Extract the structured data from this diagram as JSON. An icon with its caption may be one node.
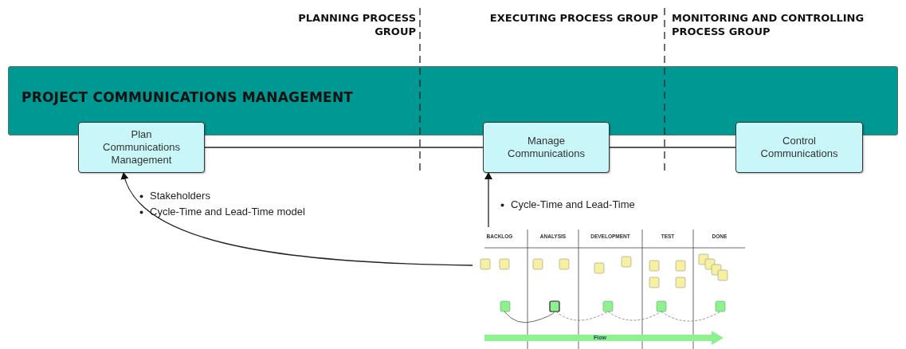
{
  "diagram": {
    "nodes": [
      {
        "text": [
          "PROJECT COMMUNICATIONS MANAGEMENT"
        ]
      },
      {
        "text": [
          "Plan Communications Management"
        ]
      },
      {
        "text": [
          "Manage Communications"
        ]
      },
      {
        "text": [
          "Control Communications"
        ]
      },
      {
        "text": [],
        "shape": "picture"
      }
    ],
    "edges": [
      {
        "from": 1,
        "to": 2,
        "arrow": "none"
      },
      {
        "from": 2,
        "to": 3,
        "arrow": "none"
      },
      {
        "from": 4,
        "to": 1,
        "arrow": "to"
      },
      {
        "from": 4,
        "to": 2,
        "arrow": "to"
      }
    ],
    "labels": [
      "PLANNING PROCESS GROUP",
      "EXECUTING PROCESS GROUP",
      "MONITORING AND CONTROLLING PROCESS GROUP",
      "Stakeholders",
      "Cycle-Time and Lead-Time model",
      "Cycle-Time and Lead-Time",
      "BACKLOG",
      "ANALYSIS",
      "DEVELOPMENT",
      "TEST",
      "DONE",
      "Flow"
    ]
  }
}
